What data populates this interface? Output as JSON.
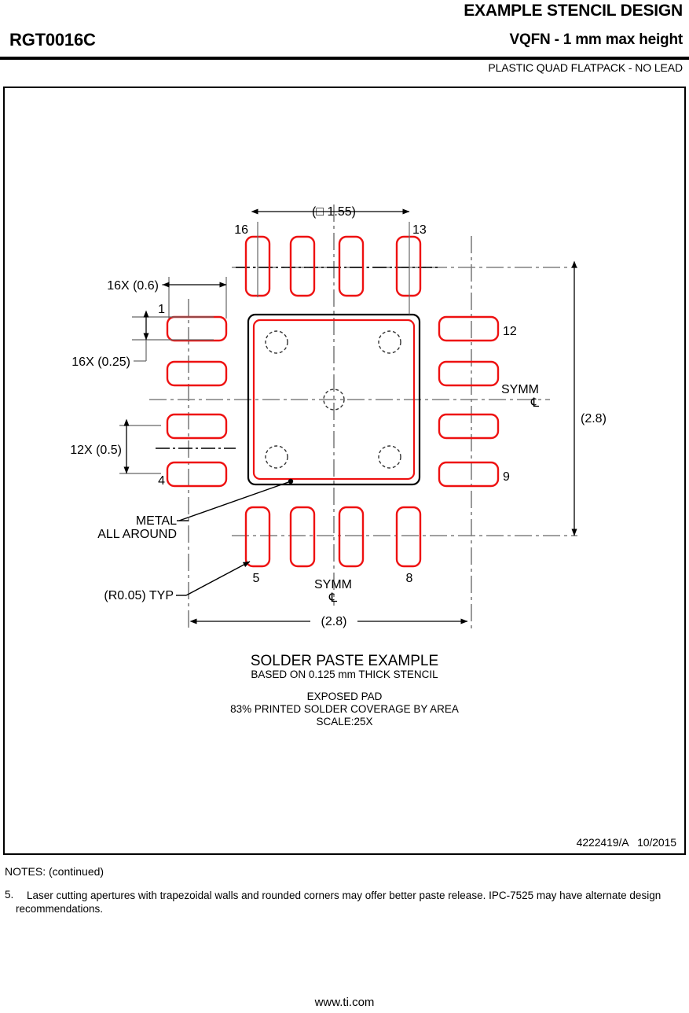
{
  "header": {
    "title": "EXAMPLE STENCIL DESIGN",
    "part_number": "RGT0016C",
    "package": "VQFN - 1 mm max height",
    "subtitle": "PLASTIC QUAD FLATPACK - NO LEAD"
  },
  "drawing": {
    "doc_number": "4222419/A   10/2015",
    "dimensions": {
      "pad_square": "(□ 1.55)",
      "pad_width_16x": "16X (0.6)",
      "pad_height_16x": "16X (0.25)",
      "pitch_12x": "12X (0.5)",
      "overall_vertical": "(2.8)",
      "overall_horizontal": "(2.8)",
      "corner_radius": "(R0.05) TYP"
    },
    "annotations": {
      "metal_line1": "METAL",
      "metal_line2": "ALL AROUND",
      "symm_label": "SYMM",
      "symm_glyph": "℄"
    },
    "pin_labels": {
      "top_left": "16",
      "top_right": "13",
      "left_top": "1",
      "left_bottom": "4",
      "bottom_left": "5",
      "bottom_right": "8",
      "right_bottom": "9",
      "right_top": "12"
    },
    "caption": {
      "line1": "SOLDER PASTE EXAMPLE",
      "line2": "BASED ON 0.125 mm THICK STENCIL",
      "line3": "EXPOSED PAD",
      "line4": "83% PRINTED SOLDER COVERAGE BY AREA",
      "line5": "SCALE:25X"
    },
    "colors": {
      "paste_red": "#ee1111",
      "outline_black": "#000000",
      "centerline_gray": "#808080"
    }
  },
  "notes": {
    "header": "NOTES: (continued)",
    "item5_number": "5.",
    "item5_text": "Laser cutting apertures with trapezoidal walls and rounded corners may offer better paste release. IPC-7525 may have alternate design recommendations."
  },
  "footer": {
    "url": "www.ti.com"
  }
}
